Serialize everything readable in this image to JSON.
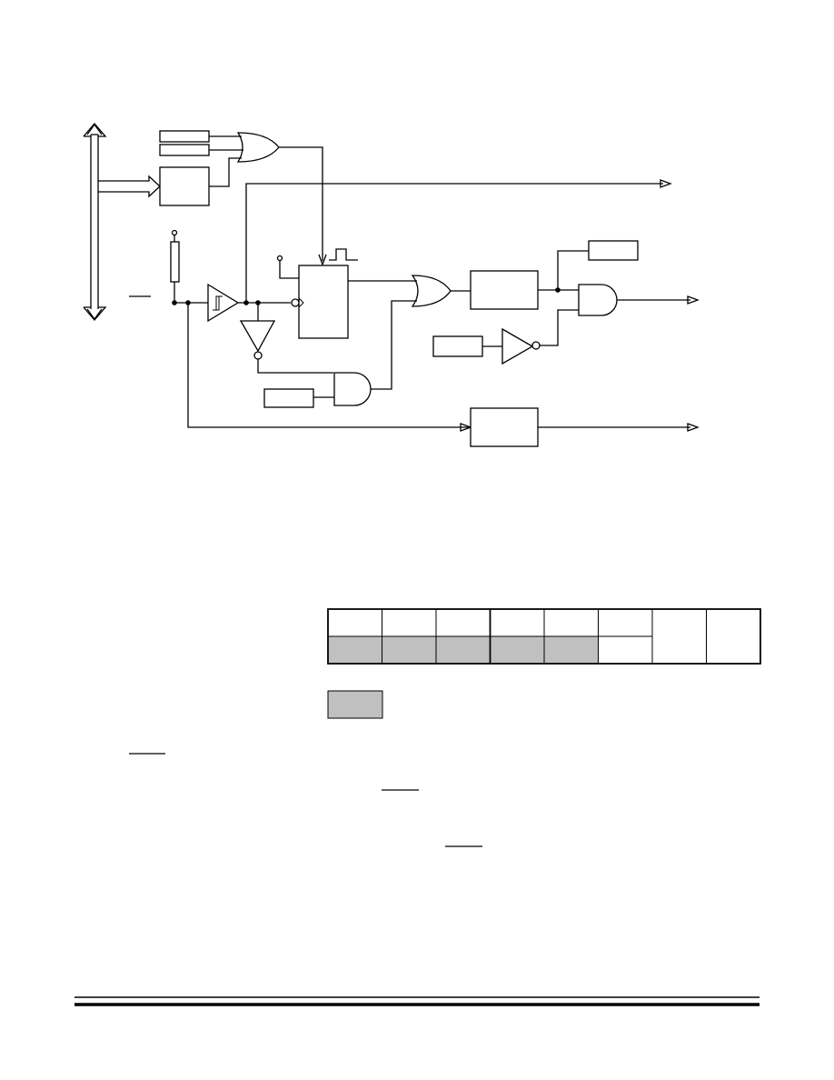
{
  "colors": {
    "line": "#000000",
    "unimplemented_shading": "#c0c0c0",
    "background": "#ffffff"
  },
  "register_table": {
    "rows": [
      [
        "empty",
        "empty",
        "empty",
        "empty",
        "empty",
        "empty",
        "empty-tall",
        "empty-tall"
      ],
      [
        "shaded",
        "shaded",
        "shaded",
        "shaded",
        "shaded",
        "empty",
        null,
        null
      ]
    ]
  },
  "legend": {
    "shaded_key": "shaded"
  },
  "icons": [
    "bidirectional-bus-arrow-icon",
    "schmitt-trigger-icon",
    "pulse-waveform-icon"
  ]
}
